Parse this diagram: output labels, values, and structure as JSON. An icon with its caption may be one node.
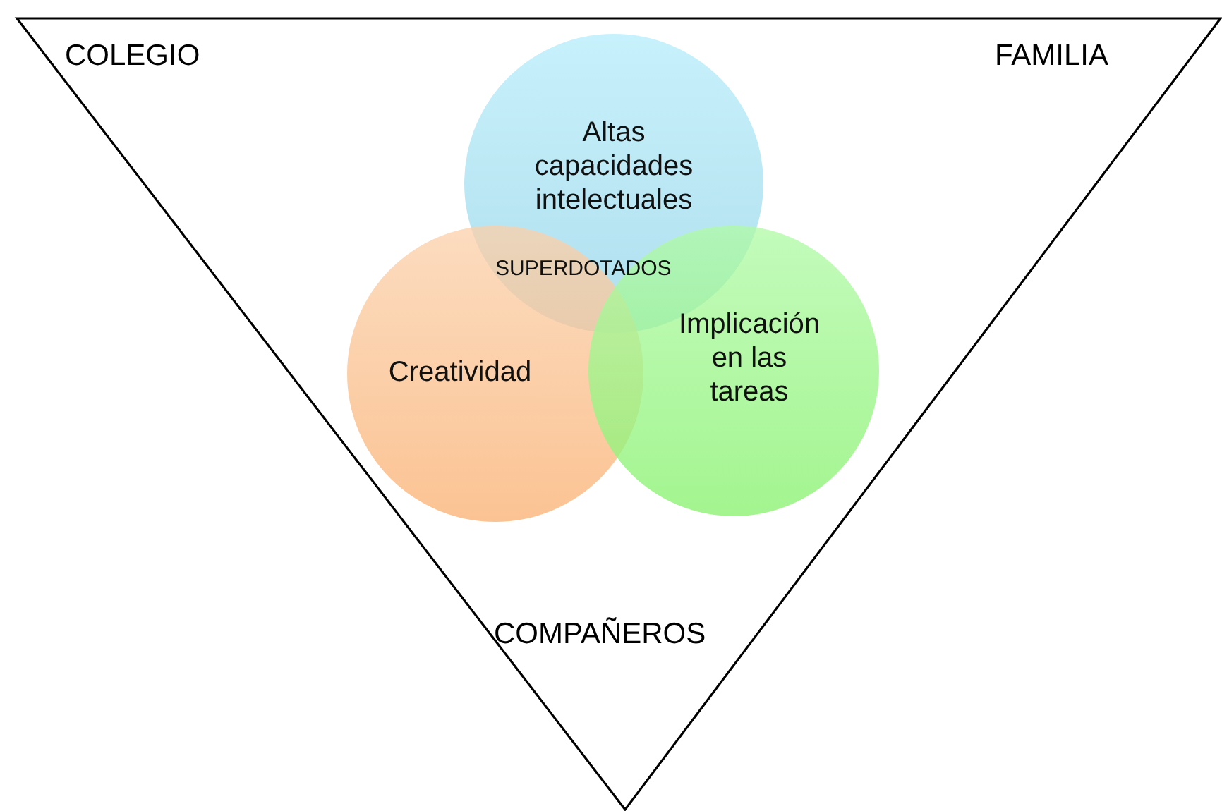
{
  "diagram": {
    "nodes": [
      {
        "text": [
          "COLEGIO",
          "FAMILIA",
          "COMPAÑEROS"
        ]
      },
      {
        "text": [
          "Altas capacidades intelectuales"
        ],
        "in": 0
      },
      {
        "text": [
          "Creatividad"
        ],
        "in": 0
      },
      {
        "text": [
          "Implicación en las tareas"
        ],
        "in": 0
      }
    ],
    "labels": [
      "SUPERDOTADOS"
    ]
  }
}
